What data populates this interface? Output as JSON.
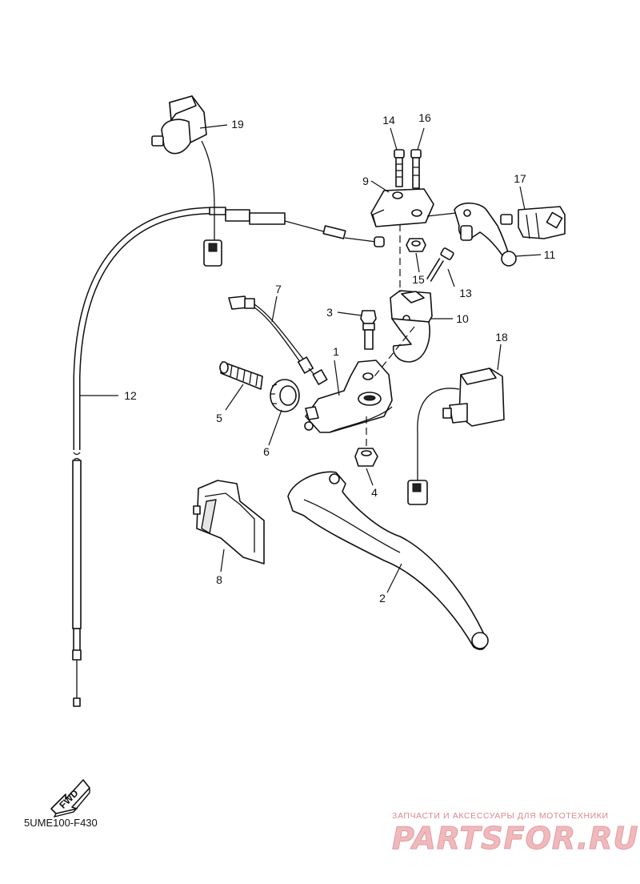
{
  "diagram": {
    "part_labels": [
      "1",
      "2",
      "3",
      "4",
      "5",
      "6",
      "7",
      "8",
      "9",
      "10",
      "11",
      "12",
      "13",
      "14",
      "15",
      "16",
      "17",
      "18",
      "19"
    ],
    "code": "5UME100-F430",
    "fwd_label": "FWD"
  },
  "watermark": {
    "tagline": "ЗАПЧАСТИ И АКСЕССУАРЫ ДЛЯ МОТОТЕХНИКИ",
    "brand": "PARTSFOR.RU",
    "colors": {
      "brand_fill": "#f0b9bc",
      "brand_stroke": "#e49aa0",
      "tagline": "#d98a8e"
    }
  }
}
